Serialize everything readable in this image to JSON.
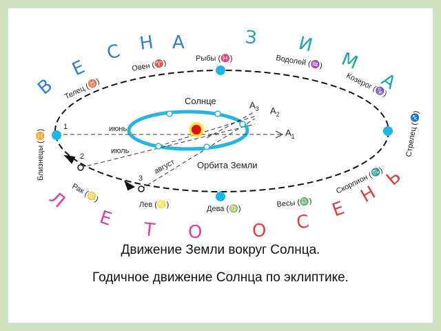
{
  "seasons": {
    "spring": {
      "letters": [
        "В",
        "Е",
        "С",
        "Н",
        "А"
      ],
      "color": "#2f7fd0"
    },
    "winter": {
      "letters": [
        "З",
        "И",
        "М",
        "А"
      ],
      "color": "#1fa6a8"
    },
    "summer": {
      "letters": [
        "Л",
        "Е",
        "Т",
        "О"
      ],
      "color": "#e23aa8"
    },
    "autumn": {
      "letters": [
        "О",
        "С",
        "Е",
        "Н",
        "Ь"
      ],
      "color": "#e04040"
    }
  },
  "zodiac": {
    "aries": "Овен (♈)",
    "pisces": "Рыбы (♓)",
    "aquarius": "Водолей (♒)",
    "capricorn": "Козерог (♑)",
    "taurus": "Телец (♉)",
    "gemini": "Близнецы (♊)",
    "sagittarius": "Стрелец (♐)",
    "cancer": "Рак (♋)",
    "scorpio": "Скорпион (♏)",
    "leo": "Лев (♌)",
    "virgo": "Дева (♍)",
    "libra": "Весы (♎)"
  },
  "inner": {
    "sun": "Солнце",
    "orbit": "Орбита Земли",
    "june": "июнь",
    "july": "июль",
    "august": "август",
    "a1": "A",
    "a2": "A",
    "a3": "A",
    "a1_sub": "1",
    "a2_sub": "2",
    "a3_sub": "3",
    "p1": "1",
    "p2": "2",
    "p3": "3"
  },
  "colors": {
    "orbit": "#28b4e0",
    "dot": "#19b8e6",
    "sun": "#e01010",
    "sun_glow": "#ffe000"
  },
  "caption": {
    "line1": "Движение Земли вокруг Солнца.",
    "line2": "Годичное движение Солнца по эклиптике."
  }
}
